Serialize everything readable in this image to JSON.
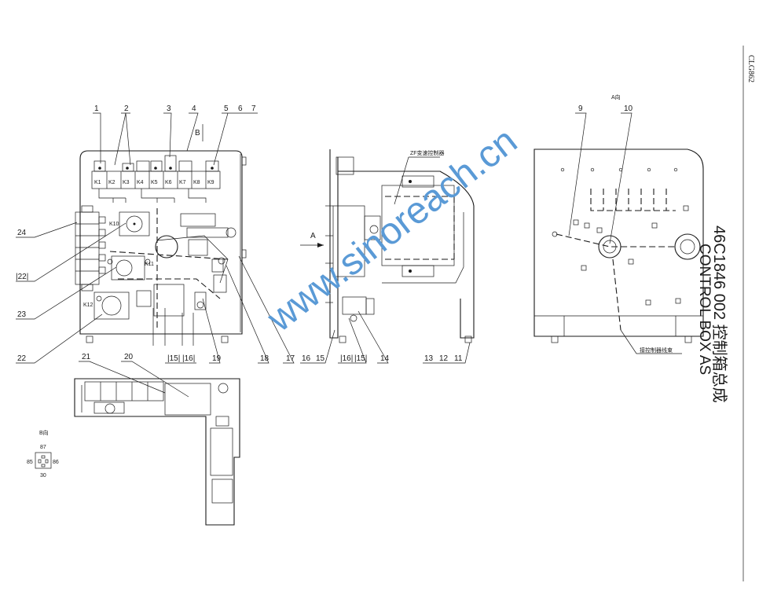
{
  "sheet_code": "CLG862",
  "title": {
    "code": "46C1846 002",
    "name_cn": "控制箱总成",
    "name_en": "CONTROL BOX AS"
  },
  "watermark": "www.sinoreach.cn",
  "view_labels": {
    "view_b_marker": "B",
    "view_a_arrow": "A",
    "view_a_title": "A向",
    "view_b_title": "B向"
  },
  "part_labels": [
    "1",
    "2",
    "3",
    "4",
    "5",
    "6",
    "7",
    "24",
    "|22|",
    "23",
    "22",
    "21",
    "20",
    "|15|",
    "|16|",
    "19",
    "18",
    "17",
    "16",
    "15",
    "|16|",
    "|15|",
    "14",
    "13",
    "12",
    "11",
    "9",
    "10"
  ],
  "relays": [
    "K1",
    "K2",
    "K3",
    "K4",
    "K5",
    "K6",
    "K7",
    "K8",
    "K9"
  ],
  "relays_extra": [
    "K10",
    "K11",
    "K12"
  ],
  "notes": {
    "zf": "ZF变速控制器",
    "harness": "接控制器线束"
  },
  "pin_labels": [
    "87",
    "85",
    "86",
    "30"
  ],
  "colors": {
    "line": "#1a1a1a",
    "watermark": "#5a9ad6"
  }
}
